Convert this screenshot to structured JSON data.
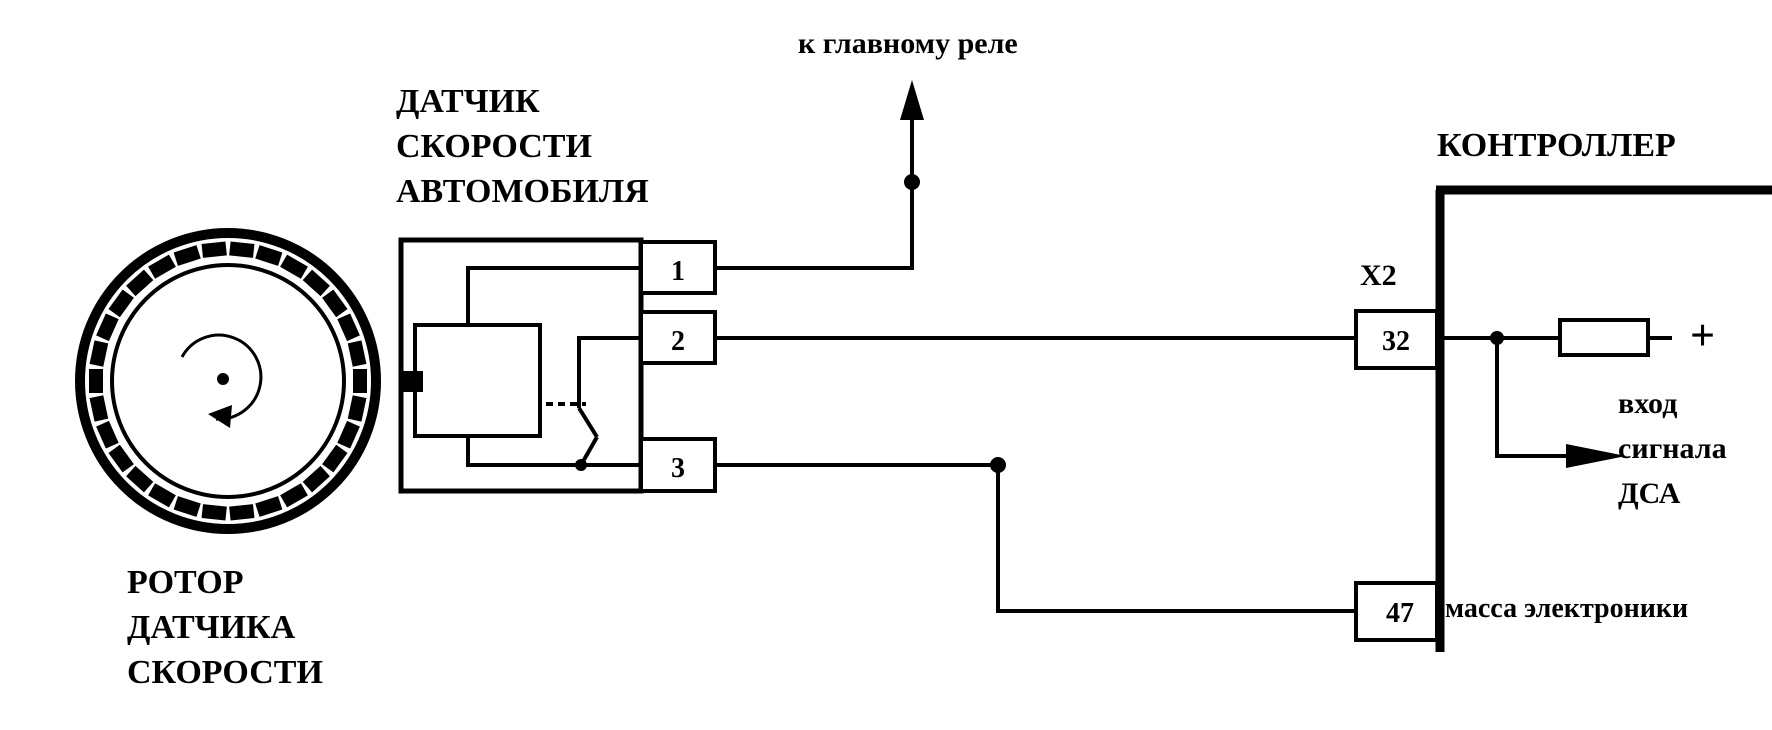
{
  "labels": {
    "relay": "к главному реле",
    "sensor_line1": "ДАТЧИК",
    "sensor_line2": "СКОРОСТИ",
    "sensor_line3": "АВТОМОБИЛЯ",
    "controller": "КОНТРОЛЛЕР",
    "connector": "X2",
    "rotor_line1": "РОТОР",
    "rotor_line2": "ДАТЧИКА",
    "rotor_line3": "СКОРОСТИ",
    "input_line1": "вход",
    "input_line2": "сигнала",
    "input_line3": "ДСА",
    "plus": "+",
    "ground": "масса электроники"
  },
  "pins": {
    "sensor": [
      "1",
      "2",
      "3"
    ],
    "controller_signal": "32",
    "controller_ground": "47"
  },
  "rotor": {
    "tooth_count": 30
  },
  "colors": {
    "line": "#000000",
    "background": "#ffffff"
  }
}
